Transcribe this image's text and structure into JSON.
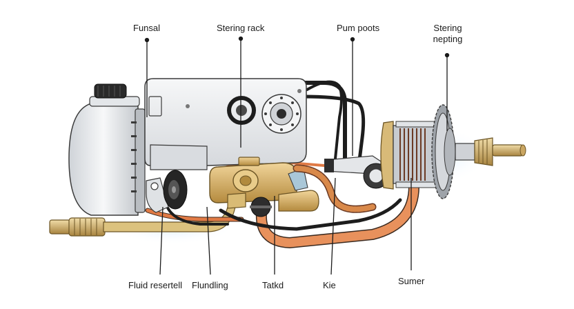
{
  "labels": {
    "funsal": "Funsal",
    "stering_rack": "Stering rack",
    "pum_poots": "Pum poots",
    "stering_line1": "Stering",
    "stering_line2": "nepting",
    "fluid_resertell": "Fluid resertell",
    "flundling": "Flundling",
    "tatkd": "Tatkd",
    "kie": "Kie",
    "sumer": "Sumer"
  },
  "colors": {
    "metal_light": "#eef0f2",
    "metal_mid": "#c9cdd2",
    "outline": "#3a3a3a",
    "brass": "#d8b46a",
    "brass_dark": "#9c7a34",
    "hose_orange": "#e07a45",
    "hose_black": "#1d1d1d",
    "copper": "#b4623a",
    "leader": "#1a1a1a"
  }
}
